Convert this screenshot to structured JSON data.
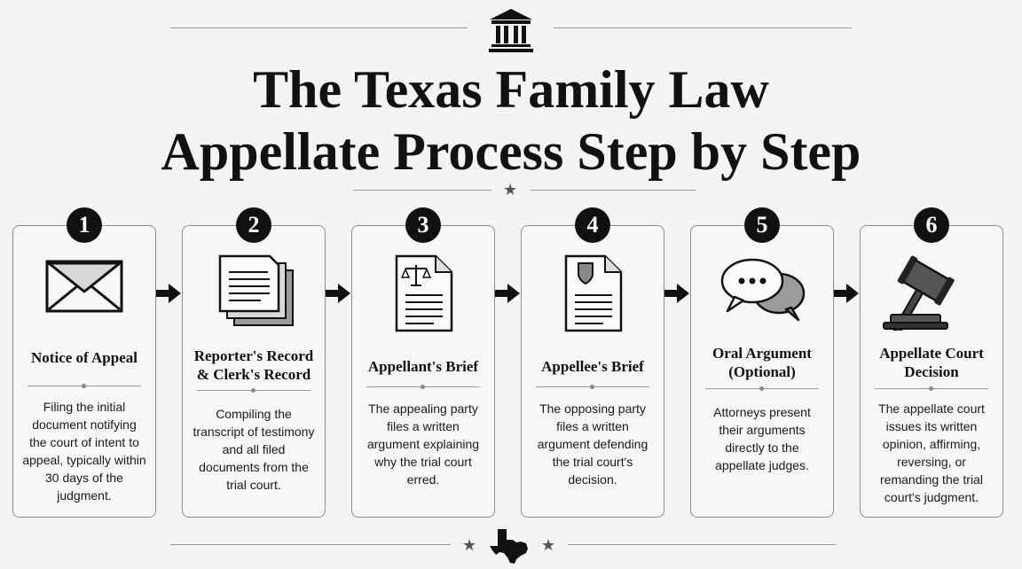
{
  "header": {
    "title_line1": "The Texas Family Law",
    "title_line2": "Appellate Process Step by Step",
    "logo_icon": "courthouse-icon"
  },
  "steps": [
    {
      "number": "1",
      "title": "Notice of Appeal",
      "description": "Filing the initial document notifying the court of intent to appeal, typically within 30 days of the judgment.",
      "icon": "envelope-icon"
    },
    {
      "number": "2",
      "title": "Reporter's Record & Clerk's Record",
      "description": "Compiling the transcript of testimony and all filed documents from the trial court.",
      "icon": "documents-stack-icon"
    },
    {
      "number": "3",
      "title": "Appellant's Brief",
      "description": "The appealing party files a written argument explaining why the trial court erred.",
      "icon": "brief-scales-icon"
    },
    {
      "number": "4",
      "title": "Appellee's Brief",
      "description": "The opposing party files a written argument defending the trial court's decision.",
      "icon": "brief-shield-icon"
    },
    {
      "number": "5",
      "title": "Oral Argument (Optional)",
      "description": "Attorneys present their arguments directly to the appellate judges.",
      "icon": "speech-bubbles-icon"
    },
    {
      "number": "6",
      "title": "Appellate Court Decision",
      "description": "The appellate court issues its written opinion, affirming, reversing, or remanding the trial court's judgment.",
      "icon": "gavel-icon"
    }
  ],
  "footer": {
    "emblem_icon": "texas-state-icon",
    "star_icon": "star-icon"
  }
}
